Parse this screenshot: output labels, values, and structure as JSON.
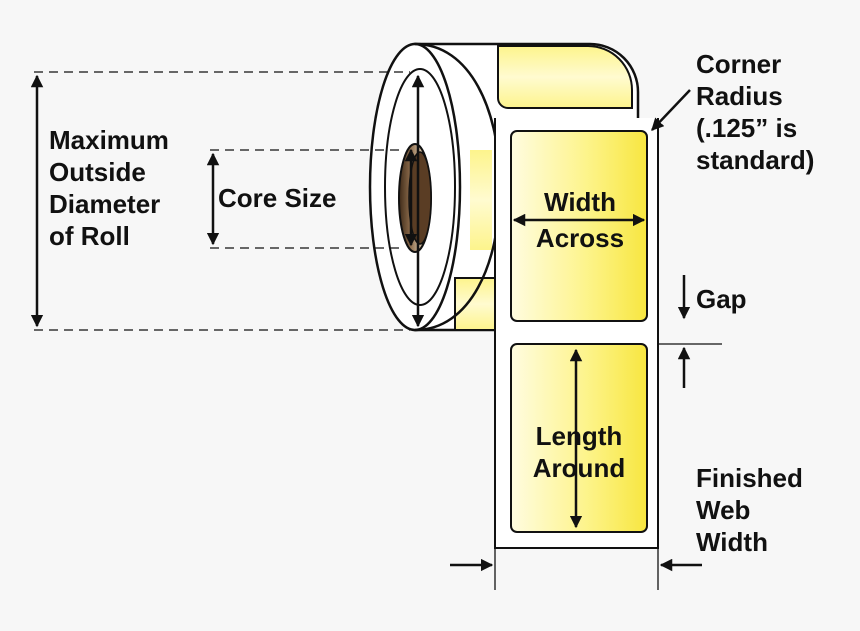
{
  "labels": {
    "max_diameter": [
      "Maximum",
      "Outside",
      "Diameter",
      "of Roll"
    ],
    "core_size": "Core Size",
    "corner_radius": [
      "Corner",
      "Radius",
      "(.125” is",
      "standard)"
    ],
    "width_across": [
      "Width",
      "Across"
    ],
    "gap": "Gap",
    "length_around": [
      "Length",
      "Around"
    ],
    "finished_web_width": [
      "Finished",
      "Web",
      "Width"
    ]
  },
  "colors": {
    "label_yellow": "#fdf27a",
    "label_white": "#fffde0",
    "outline": "#111111",
    "core_brown": "#6b4a2e"
  }
}
